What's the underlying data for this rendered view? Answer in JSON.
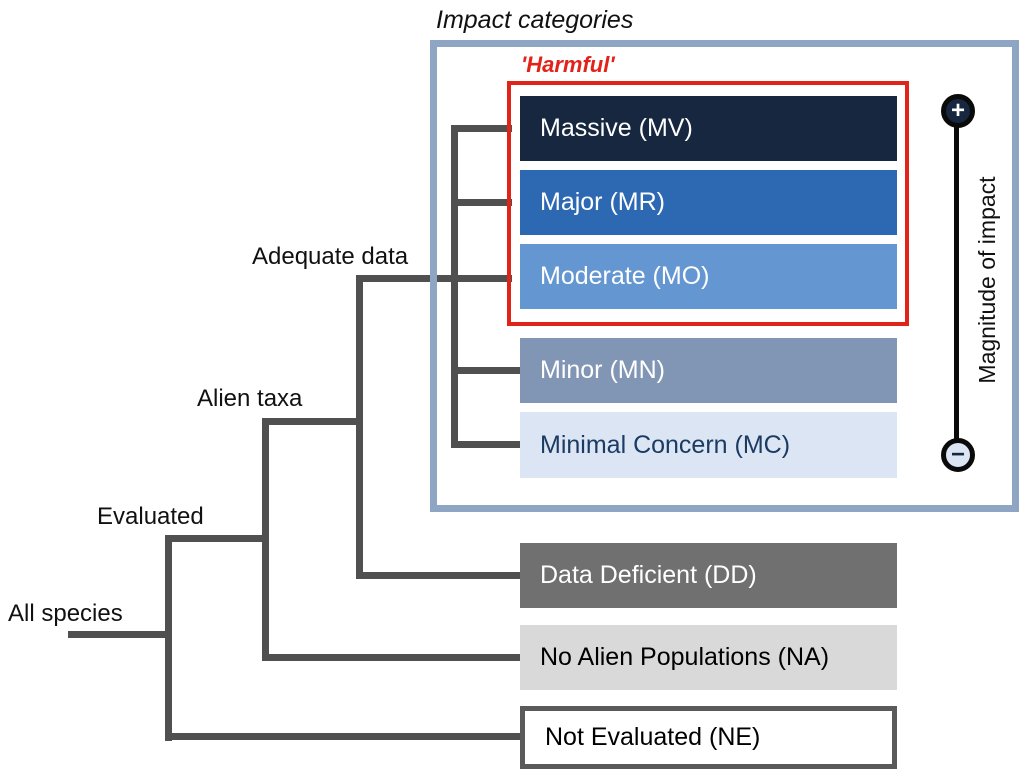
{
  "title": "Impact categories",
  "harmful": {
    "label": "'Harmful'",
    "color": "#e2231a"
  },
  "impact_box": {
    "border_color": "#8ea5c3"
  },
  "line_color": "#505050",
  "tree_labels": {
    "root": "All species",
    "evaluated": "Evaluated",
    "alien_taxa": "Alien taxa",
    "adequate_data": "Adequate data"
  },
  "bars": {
    "massive": {
      "label": "Massive (MV)",
      "bg": "#16273f",
      "fg": "#ffffff"
    },
    "major": {
      "label": "Major (MR)",
      "bg": "#2d69b3",
      "fg": "#ffffff"
    },
    "moderate": {
      "label": "Moderate (MO)",
      "bg": "#6497d1",
      "fg": "#ffffff"
    },
    "minor": {
      "label": "Minor (MN)",
      "bg": "#8196b4",
      "fg": "#ffffff"
    },
    "minimal_concern": {
      "label": "Minimal Concern (MC)",
      "bg": "#dbe5f3",
      "fg": "#1b3b63"
    },
    "data_deficient": {
      "label": "Data Deficient (DD)",
      "bg": "#707070",
      "fg": "#ffffff"
    },
    "no_alien_populations": {
      "label": "No Alien Populations (NA)",
      "bg": "#d9d9d9",
      "fg": "#000000"
    },
    "not_evaluated": {
      "label": "Not Evaluated (NE)",
      "bg": "#ffffff",
      "fg": "#000000",
      "border": "#5a5a5a"
    }
  },
  "magnitude": {
    "label": "Magnitude of impact",
    "plus_symbol": "+",
    "minus_symbol": "−",
    "plus_bg": "#16273f",
    "minus_bg": "#dbe5f3",
    "minus_fg": "#16273f",
    "line_color": "#0a0a0a"
  }
}
